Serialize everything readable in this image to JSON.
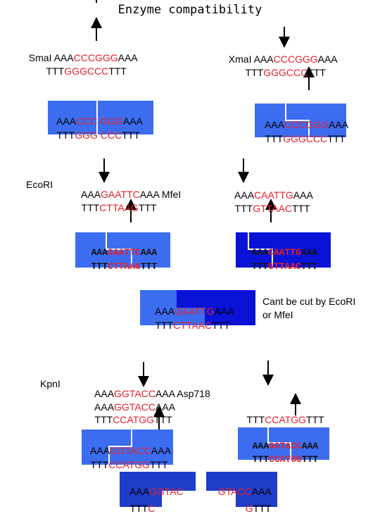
{
  "title": "Enzyme compatibility",
  "row1": {
    "left": {
      "enzyme": "SmaI",
      "top": [
        "AAA",
        "CCCGGG",
        "AAA"
      ],
      "bottom": [
        "TTT",
        "GGGCCC",
        "TTT"
      ]
    },
    "right": {
      "enzyme": "XmaI",
      "top": [
        "AAA",
        "CCCGGG",
        "AAA"
      ],
      "bottom": [
        "TTT",
        "GGGCCC",
        "TTT"
      ]
    }
  },
  "row2": {
    "left_box": {
      "top": [
        "AAA",
        "CCC",
        "GGG",
        "AAA"
      ],
      "bottom": [
        "TTT",
        "GGG",
        "CCC",
        "TTT"
      ]
    },
    "right_box": {
      "top": [
        "AAA",
        "CCCGGG",
        "AAA"
      ],
      "bottom": [
        "TTT",
        "GGGCCC",
        "TTT"
      ]
    }
  },
  "row3": {
    "left": {
      "enzyme": "EcoRI",
      "top": [
        "AAA",
        "GAATTC",
        "AAA"
      ],
      "bottom": [
        "TTT",
        "CTTAAG",
        "TTT"
      ]
    },
    "right": {
      "enzyme": "MfeI",
      "top": [
        "AAA",
        "CAATTG",
        "AAA"
      ],
      "bottom": [
        "TTT",
        "GTTAAC",
        "TTT"
      ]
    }
  },
  "row4": {
    "left_box": {
      "top": [
        "AAA",
        "GAATTC",
        "AAA"
      ],
      "bottom": [
        "TTT",
        "CTTAAG",
        "TTT"
      ]
    },
    "right_box": {
      "top": [
        "AAA",
        "CAATTG",
        "AAA"
      ],
      "bottom": [
        "TTT",
        "GTTAAC",
        "TTT"
      ]
    }
  },
  "hybrid": {
    "top": [
      "AAA",
      "GAATTG",
      "AAA"
    ],
    "bottom": [
      "TTT",
      "CTTAAC",
      "TTT"
    ],
    "note_line1": "Cant be cut by EcoRI",
    "note_line2": "or MfeI"
  },
  "kpn": {
    "left_enzyme": "KpnI",
    "right_enzyme": "Asp718",
    "seq1_top": [
      "AAA",
      "GGTACC",
      "AAA"
    ],
    "seq2_top": [
      "AAA",
      "GGTACC",
      "AAA"
    ],
    "seq2_bottom": [
      "TTT",
      "CCATGG",
      "TTT"
    ],
    "right_bottom": [
      "TTT",
      "CCATGG",
      "TTT"
    ]
  },
  "row6": {
    "left_box": {
      "top": [
        "AAA",
        "GGTACC",
        "AAA"
      ],
      "bottom": [
        "TTT",
        "CCATGG",
        "TTT"
      ]
    },
    "right_box": {
      "top": [
        "AAA",
        "GGTACC",
        "AAA"
      ],
      "bottom": [
        "TTT",
        "CCATGG",
        "TTT"
      ]
    }
  },
  "fragments": {
    "left": {
      "top": [
        "AAA",
        "GGTAC"
      ],
      "bottom": [
        "TTT",
        "C"
      ]
    },
    "right": {
      "top": [
        "GTACC",
        "AAA"
      ],
      "bottom": [
        "G",
        "TTT"
      ]
    }
  },
  "colors": {
    "box": "#3c6df0",
    "box_dark": "#1f3dc8",
    "box_darker": "#0a12d8",
    "site": "#e8202a"
  }
}
